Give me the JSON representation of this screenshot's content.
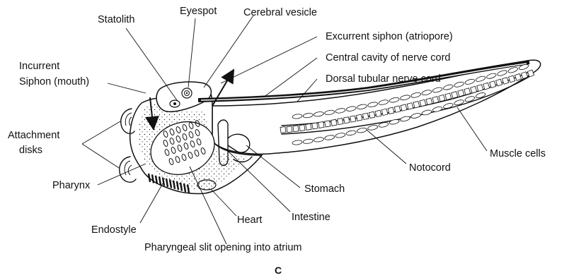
{
  "labels": {
    "statolith": "Statolith",
    "eyespot": "Eyespot",
    "cerebral_vesicle": "Cerebral vesicle",
    "excurrent_siphon": "Excurrent siphon (atriopore)",
    "central_cavity": "Central cavity of nerve cord",
    "dorsal_nerve_cord": "Dorsal tubular nerve cord",
    "incurrent_siphon_line1": "Incurrent",
    "incurrent_siphon_line2": "Siphon (mouth)",
    "attachment_line1": "Attachment",
    "attachment_line2": "disks",
    "pharynx": "Pharynx",
    "endostyle": "Endostyle",
    "pharyngeal_slit": "Pharyngeal slit opening into atrium",
    "heart": "Heart",
    "intestine": "Intestine",
    "stomach": "Stomach",
    "notocord": "Notocord",
    "muscle_cells": "Muscle cells",
    "panel_letter": "C"
  }
}
